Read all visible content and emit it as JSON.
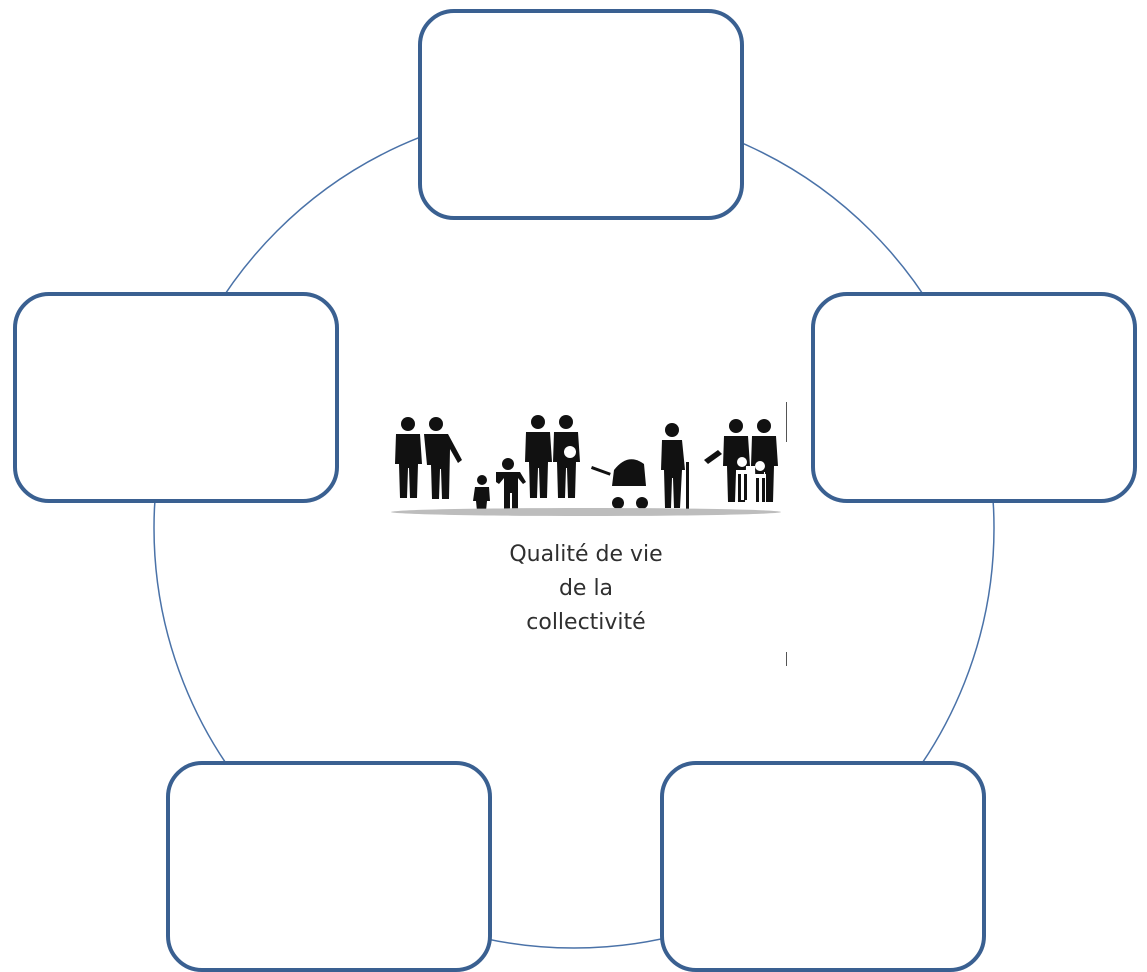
{
  "diagram": {
    "center": {
      "title": "Qualité de vie\nde la\ncollectivité",
      "icon": "family-silhouettes-icon"
    },
    "boxes": [
      {
        "id": "top",
        "label": ""
      },
      {
        "id": "left",
        "label": ""
      },
      {
        "id": "right",
        "label": ""
      },
      {
        "id": "bottom-left",
        "label": ""
      },
      {
        "id": "bottom-right",
        "label": ""
      }
    ],
    "colors": {
      "box_border": "#3a6091",
      "circle_stroke": "#4a72a8",
      "silhouette": "#111111",
      "text": "#2f2f2f"
    }
  }
}
